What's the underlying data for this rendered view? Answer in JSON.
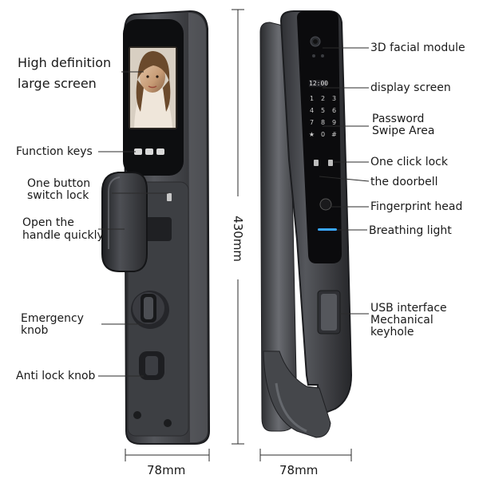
{
  "left_labels": {
    "screen_line1": "High definition",
    "screen_line2": "large screen",
    "function_keys": "Function keys",
    "switch_lock_line1": "One button",
    "switch_lock_line2": "switch lock",
    "handle_line1": "Open the",
    "handle_line2": "handle quickly",
    "emergency_line1": "Emergency",
    "emergency_line2": "knob",
    "anti_lock": "Anti lock knob"
  },
  "right_labels": {
    "facial": "3D facial module",
    "display": "display screen",
    "password_line1": "Password",
    "password_line2": "Swipe Area",
    "one_click": "One click lock",
    "doorbell": "the doorbell",
    "fingerprint": "Fingerprint head",
    "breathing": "Breathing light",
    "usb_line1": "USB interface",
    "usb_line2": "Mechanical",
    "usb_line3": "keyhole"
  },
  "dimensions": {
    "height": "430mm",
    "width_front": "78mm",
    "width_side": "78mm"
  },
  "keypad": {
    "clock": "12:00",
    "keys": [
      "1",
      "2",
      "3",
      "4",
      "5",
      "6",
      "7",
      "8",
      "9",
      "★",
      "0",
      "#"
    ]
  },
  "colors": {
    "body": "#4a4c50",
    "frame": "#2a2b2e",
    "screen": "#0b0b0d",
    "accent_blue": "#3aa7ff"
  }
}
